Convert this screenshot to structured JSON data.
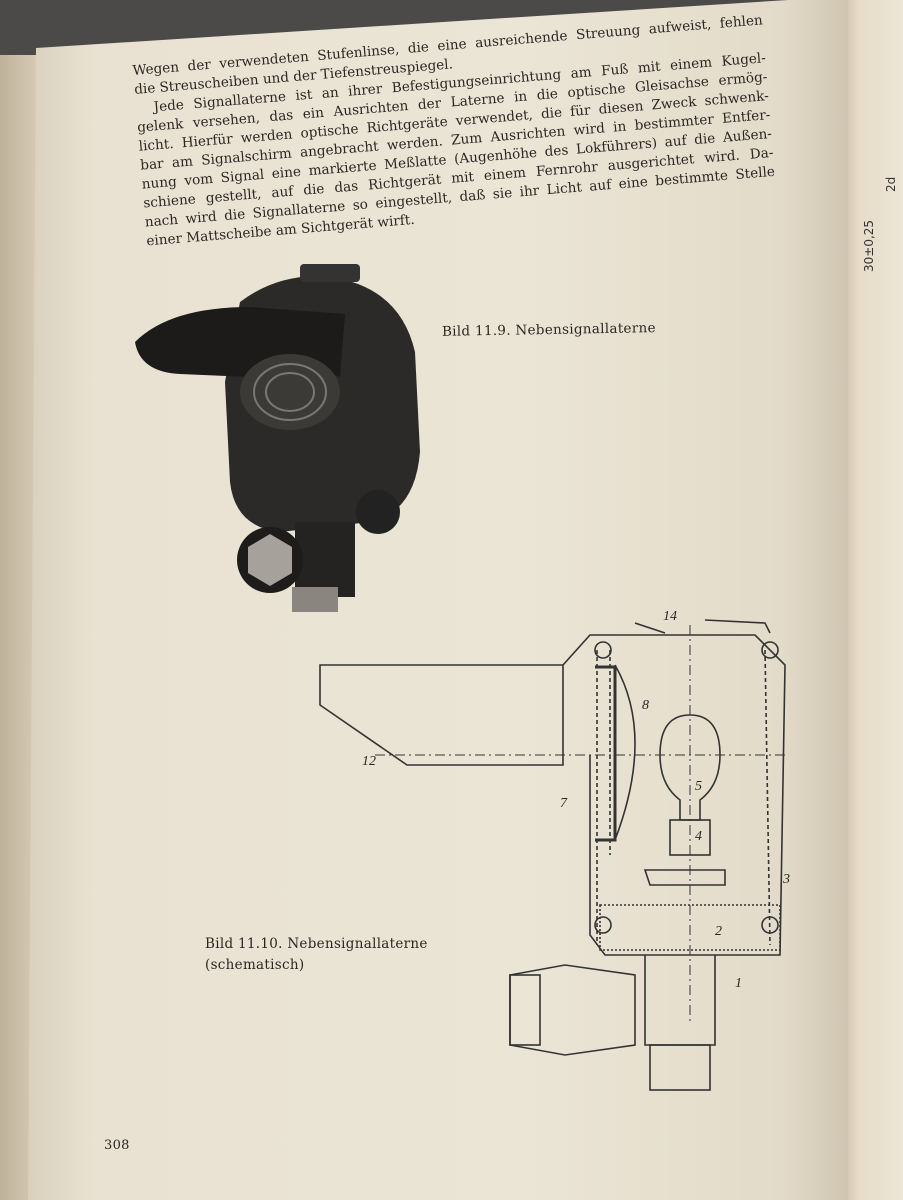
{
  "body_text": {
    "lines": [
      "Wegen der verwendeten Stufenlinse, die eine ausreichende Streuung aufweist, fehlen",
      "die Streuscheiben und der Tiefenstreuspiegel.",
      "Jede Signallaterne ist an ihrer Befestigungseinrichtung am Fuß mit einem Kugel-",
      "gelenk versehen, das ein Ausrichten der Laterne in die optische Gleisachse ermög-",
      "licht. Hierfür werden optische Richtgeräte verwendet, die für diesen Zweck schwenk-",
      "bar am Signalschirm angebracht werden. Zum Ausrichten wird in bestimmter Entfer-",
      "nung vom Signal eine markierte Meßlatte (Augenhöhe des Lokführers) auf die Außen-",
      "schiene gestellt, auf die das Richtgerät mit einem Fernrohr ausgerichtet wird. Da-",
      "nach wird die Signallaterne so eingestellt, daß sie ihr Licht auf eine bestimmte Stelle",
      "einer Mattscheibe am Sichtgerät wirft."
    ]
  },
  "figure_1": {
    "caption": "Bild 11.9. Nebensignallaterne"
  },
  "figure_2": {
    "caption_line1": "Bild 11.10. Nebensignallaterne",
    "caption_line2": "(schematisch)",
    "labels": {
      "l1": "1",
      "l2": "2",
      "l3": "3",
      "l4": "4",
      "l5": "5",
      "l7": "7",
      "l8": "8",
      "l12": "12",
      "l14": "14"
    }
  },
  "page_number": "308",
  "right_page": {
    "dim1": "2d",
    "dim2": "30±0,25"
  }
}
